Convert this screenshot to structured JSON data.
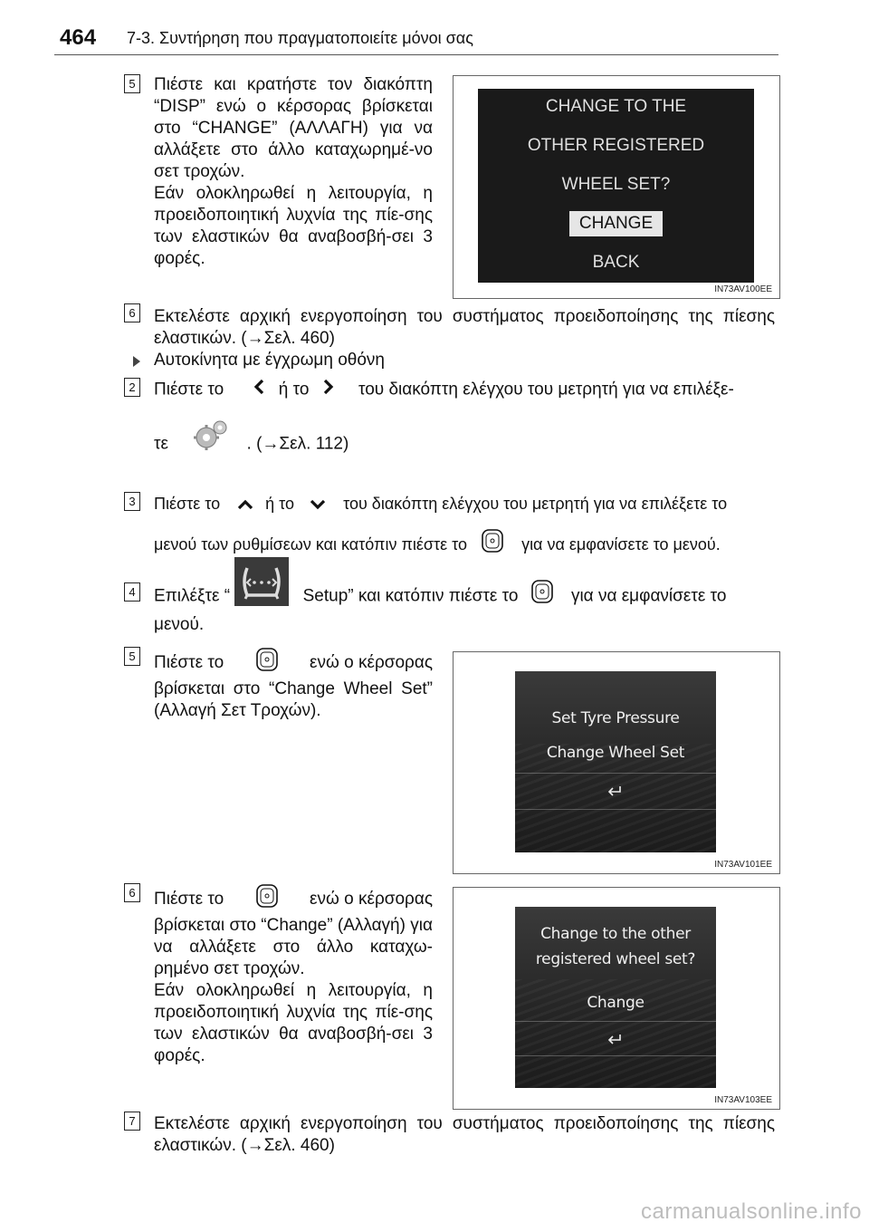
{
  "header": {
    "page_number": "464",
    "chapter": "7-3. Συντήρηση που πραγματοποιείτε μόνοι σας"
  },
  "steps": {
    "s5a": {
      "num": "5",
      "text": "Πιέστε και κρατήστε τον διακόπτη “DISP” ενώ ο κέρσορας βρίσκεται στο “CHANGE” (ΑΛΛΑΓΗ) για να αλλάξετε στο άλλο καταχωρημέ-νο σετ τροχών.",
      "text2": "Εάν ολοκληρωθεί η λειτουργία, η προειδοποιητική λυχνία της πίε-σης των ελαστικών θα αναβοσβή-σει 3 φορές."
    },
    "s6a": {
      "num": "6",
      "text": "Εκτελέστε αρχική ενεργοποίηση του συστήματος προειδοποίησης της πίεσης ελαστικών. (→Σελ. 460)"
    },
    "section": "Αυτοκίνητα με έγχρωμη οθόνη",
    "s2": {
      "num": "2",
      "a": "Πιέστε το",
      "b": "ή το",
      "c": "του διακόπτη ελέγχου του μετρητή για να επιλέξε-",
      "d": "τε",
      "e": ". (→Σελ. 112)"
    },
    "s3": {
      "num": "3",
      "a": "Πιέστε το",
      "b": "ή το",
      "c": "του διακόπτη ελέγχου του μετρητή για να επιλέξετε το",
      "d": "μενού των ρυθμίσεων και κατόπιν πιέστε το",
      "e": "για να εμφανίσετε το μενού."
    },
    "s4": {
      "num": "4",
      "a": "Επιλέξτε “",
      "b": "Setup” και κατόπιν πιέστε το",
      "c": "για να εμφανίσετε το",
      "d": "μενού."
    },
    "s5b": {
      "num": "5",
      "a": "Πιέστε το",
      "b": "ενώ ο κέρσορας",
      "c": "βρίσκεται στο “Change Wheel Set” (Αλλαγή Σετ Τροχών)."
    },
    "s6b": {
      "num": "6",
      "a": "Πιέστε το",
      "b": "ενώ ο κέρσορας",
      "c": "βρίσκεται στο “Change” (Αλλαγή) για να αλλάξετε στο άλλο καταχω-ρημένο σετ τροχών.",
      "d": "Εάν ολοκληρωθεί η λειτουργία, η προειδοποιητική λυχνία της πίε-σης των ελαστικών θα αναβοσβή-σει 3 φορές."
    },
    "s7": {
      "num": "7",
      "text": "Εκτελέστε αρχική ενεργοποίηση του συστήματος προειδοποίησης της πίεσης ελαστικών. (→Σελ. 460)"
    }
  },
  "screens": {
    "mono": {
      "lines": [
        "CHANGE TO THE",
        "OTHER REGISTERED",
        "WHEEL SET?"
      ],
      "highlight": "CHANGE",
      "back": "BACK",
      "caption": "IN73AV100EE"
    },
    "color1": {
      "line1": "Set Tyre Pressure",
      "line2": "Change Wheel Set",
      "caption": "IN73AV101EE"
    },
    "color2": {
      "line1": "Change to the other",
      "line2": "registered wheel set?",
      "line3": "Change",
      "caption": "IN73AV103EE"
    }
  },
  "icons": {
    "left": "chevron-left-icon",
    "right": "chevron-right-icon",
    "up": "chevron-up-icon",
    "down": "chevron-down-icon",
    "settings": "gears-icon",
    "ok": "ok-button-icon",
    "tpws": "tyre-pressure-warning-icon",
    "back": "return-arrow-icon"
  },
  "watermark": "carmanualsonline.info"
}
